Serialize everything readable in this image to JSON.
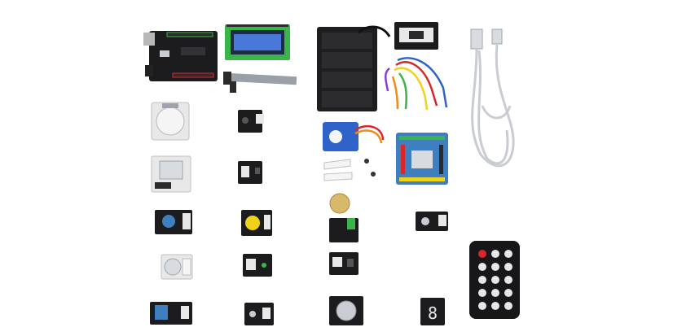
{
  "image": {
    "background": "#ffffff",
    "accent_colors": {
      "pcb_black": "#1c1c1e",
      "pcb_blue": "#3f7fc0",
      "lcd_green": "#39b54a",
      "lcd_blue": "#4a78d8",
      "remote_black": "#17171a",
      "remote_red": "#d8262b",
      "cable_silver": "#c9ccd2",
      "connector_white": "#e8e8e8",
      "yellow_button": "#f0d21a",
      "servo_blue": "#2f63c9"
    }
  },
  "items": [
    {
      "name": "microcontroller-board",
      "icon": "arduino-board"
    },
    {
      "name": "lcd-display-module",
      "icon": "lcd-module"
    },
    {
      "name": "ribbon-cable",
      "icon": "ribbon-cable"
    },
    {
      "name": "battery-holder",
      "icon": "battery-holder"
    },
    {
      "name": "jumper-wires",
      "icon": "jumper-wires"
    },
    {
      "name": "ir-receiver-adapter",
      "icon": "adapter-board"
    },
    {
      "name": "usb-cable",
      "icon": "usb-cable"
    },
    {
      "name": "pir-motion-sensor",
      "icon": "pir-sensor"
    },
    {
      "name": "sensor-module",
      "icon": "small-module"
    },
    {
      "name": "servo-motor",
      "icon": "servo"
    },
    {
      "name": "io-expansion-shield",
      "icon": "shield-board"
    },
    {
      "name": "relay-module",
      "icon": "relay"
    },
    {
      "name": "servo-horns",
      "icon": "servo-horns"
    },
    {
      "name": "rotation-potentiometer",
      "icon": "potentiometer-module"
    },
    {
      "name": "yellow-push-button",
      "icon": "button-module"
    },
    {
      "name": "piezo-buzzer",
      "icon": "piezo"
    },
    {
      "name": "sound-sensor",
      "icon": "small-module"
    },
    {
      "name": "knob-module",
      "icon": "knob-module"
    },
    {
      "name": "led-module",
      "icon": "small-module"
    },
    {
      "name": "tilt-sensor",
      "icon": "small-module"
    },
    {
      "name": "ir-remote-control",
      "icon": "remote-control"
    },
    {
      "name": "humidity-sensor",
      "icon": "dht-sensor"
    },
    {
      "name": "light-sensor",
      "icon": "small-module"
    },
    {
      "name": "gas-sensor",
      "icon": "gas-sensor"
    },
    {
      "name": "seven-segment-display",
      "icon": "seven-segment"
    }
  ]
}
